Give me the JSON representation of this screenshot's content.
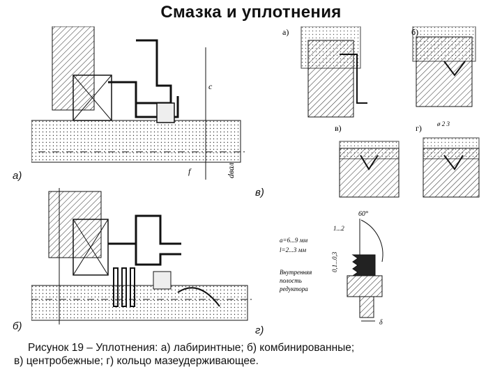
{
  "slide": {
    "title": "Смазка и уплотнения"
  },
  "figure_labels": {
    "a": "а)",
    "b": "б)",
    "v": "в)",
    "g": "г)"
  },
  "sub_figure_labels": {
    "a": "а)",
    "b": "б)",
    "v": "в)",
    "g": "г)"
  },
  "drawing_annotations": {
    "dim_c": "с",
    "dim_f": "f",
    "d_shaft": "dвал",
    "a_range": "a=6...9 мм",
    "l_range": "l=2...3 мм",
    "inner_cavity_1": "Внутренняя",
    "inner_cavity_2": "полость",
    "inner_cavity_3": "редуктора",
    "angle": "60°",
    "dim_1_2": "1...2",
    "dim_01_03": "0,1...0,3",
    "dim_delta": "δ",
    "dim_g_top": "ø 2   3"
  },
  "caption": {
    "line1": "Рисунок 19 – Уплотнения: а) лабиринтные;  б) комбинированные;",
    "line2": "в) центробежные;  г) кольцо мазеудерживающее."
  },
  "colors": {
    "background": "#ffffff",
    "ink": "#111111",
    "photo_bg": "#ffffff"
  }
}
